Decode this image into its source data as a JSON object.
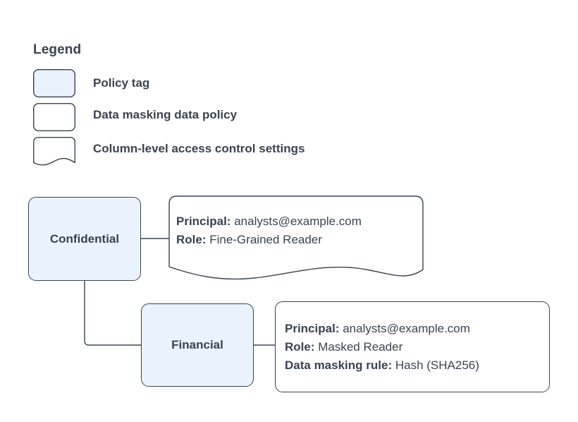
{
  "colors": {
    "tag_fill": "#eaf2fd",
    "stroke": "#3b4351",
    "text": "#3b4351",
    "callout_fill": "#ffffff",
    "background": "#ffffff"
  },
  "legend": {
    "title": "Legend",
    "items": [
      {
        "label": "Policy tag",
        "shape": "rounded-rect",
        "fill": "#eaf2fd"
      },
      {
        "label": "Data masking data policy",
        "shape": "rounded-rect",
        "fill": "#ffffff"
      },
      {
        "label": "Column-level access control settings",
        "shape": "document",
        "fill": "#ffffff"
      }
    ]
  },
  "diagram": {
    "nodes": [
      {
        "id": "confidential",
        "label": "Confidential",
        "type": "policy-tag"
      },
      {
        "id": "financial",
        "label": "Financial",
        "type": "policy-tag"
      }
    ],
    "callouts": [
      {
        "id": "confidential-settings",
        "shape": "document",
        "attached_to": "confidential",
        "lines": [
          {
            "key": "Principal:",
            "value": "analysts@example.com"
          },
          {
            "key": "Role:",
            "value": "Fine-Grained Reader"
          }
        ]
      },
      {
        "id": "financial-policy",
        "shape": "rounded-rect",
        "attached_to": "financial",
        "lines": [
          {
            "key": "Principal:",
            "value": "analysts@example.com"
          },
          {
            "key": "Role:",
            "value": "Masked Reader"
          },
          {
            "key": "Data masking rule:",
            "value": "Hash (SHA256)"
          }
        ]
      }
    ],
    "edges": [
      {
        "from": "confidential",
        "to": "confidential-settings"
      },
      {
        "from": "confidential",
        "to": "financial"
      },
      {
        "from": "financial",
        "to": "financial-policy"
      }
    ]
  }
}
